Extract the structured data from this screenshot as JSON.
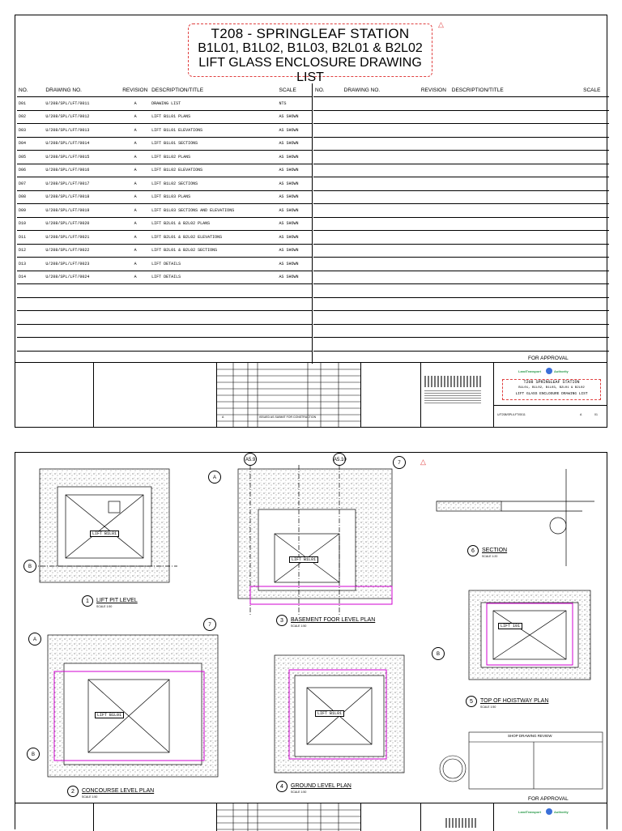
{
  "sheet1": {
    "title_line1": "T208 - SPRINGLEAF STATION",
    "title_line2": "B1L01, B1L02, B1L03, B2L01 & B2L02",
    "title_line3": "LIFT GLASS ENCLOSURE DRAWING LIST",
    "columns": {
      "no": "NO.",
      "drawing_no": "DRAWING NO.",
      "revision": "REVISION",
      "description": "DESCRIPTION/TITLE",
      "scale": "SCALE"
    },
    "rows": [
      {
        "no": "D01",
        "drawing_no": "U/208/SPL/LFT/0011",
        "revision": "A",
        "description": "DRAWING LIST",
        "scale": "NTS"
      },
      {
        "no": "D02",
        "drawing_no": "U/208/SPL/LFT/0012",
        "revision": "A",
        "description": "LIFT B1L01 PLANS",
        "scale": "AS SHOWN"
      },
      {
        "no": "D03",
        "drawing_no": "U/208/SPL/LFT/0013",
        "revision": "A",
        "description": "LIFT B1L01 ELEVATIONS",
        "scale": "AS SHOWN"
      },
      {
        "no": "D04",
        "drawing_no": "U/208/SPL/LFT/0014",
        "revision": "A",
        "description": "LIFT B1L01 SECTIONS",
        "scale": "AS SHOWN"
      },
      {
        "no": "D05",
        "drawing_no": "U/208/SPL/LFT/0015",
        "revision": "A",
        "description": "LIFT B1L02 PLANS",
        "scale": "AS SHOWN"
      },
      {
        "no": "D06",
        "drawing_no": "U/208/SPL/LFT/0016",
        "revision": "A",
        "description": "LIFT B1L02 ELEVATIONS",
        "scale": "AS SHOWN"
      },
      {
        "no": "D07",
        "drawing_no": "U/208/SPL/LFT/0017",
        "revision": "A",
        "description": "LIFT B1L02 SECTIONS",
        "scale": "AS SHOWN"
      },
      {
        "no": "D08",
        "drawing_no": "U/208/SPL/LFT/0018",
        "revision": "A",
        "description": "LIFT B1L03 PLANS",
        "scale": "AS SHOWN"
      },
      {
        "no": "D09",
        "drawing_no": "U/208/SPL/LFT/0019",
        "revision": "A",
        "description": "LIFT B1L03 SECTIONS AND ELEVATIONS",
        "scale": "AS SHOWN"
      },
      {
        "no": "D10",
        "drawing_no": "U/208/SPL/LFT/0020",
        "revision": "A",
        "description": "LIFT B2L01 & B2L02 PLANS",
        "scale": "AS SHOWN"
      },
      {
        "no": "D11",
        "drawing_no": "U/208/SPL/LFT/0021",
        "revision": "A",
        "description": "LIFT B2L01 & B2L02 ELEVATIONS",
        "scale": "AS SHOWN"
      },
      {
        "no": "D12",
        "drawing_no": "U/208/SPL/LFT/0022",
        "revision": "A",
        "description": "LIFT B2L01 & B2L02 SECTIONS",
        "scale": "AS SHOWN"
      },
      {
        "no": "D13",
        "drawing_no": "U/208/SPL/LFT/0023",
        "revision": "A",
        "description": "LIFT DETAILS",
        "scale": "AS SHOWN"
      },
      {
        "no": "D14",
        "drawing_no": "U/208/SPL/LFT/0024",
        "revision": "A",
        "description": "LIFT DETAILS",
        "scale": "AS SHOWN"
      }
    ],
    "title_block": {
      "for_approval": "FOR APPROVAL",
      "mini_title_1": "T208 SPRINGLEAF STATION",
      "mini_title_2": "B1L01, B1L02, B1L03, B2L01 & B2L02",
      "mini_title_3": "LIFT GLASS ENCLOSURE DRAWING LIST",
      "sheet_no": "U/T208/SPL/LFT/0011",
      "rev": "A",
      "sheet": "01",
      "revision_desc": "ISSUED AS SUBMIT FOR CONSTRUCTION",
      "rev_letter": "A"
    }
  },
  "sheet2": {
    "plans": [
      {
        "num": "1",
        "title": "LIFT PIT LEVEL",
        "scale": "SCALE 1:50"
      },
      {
        "num": "3",
        "title": "BASEMENT FOOR LEVEL PLAN",
        "scale": "SCALE 1:50"
      },
      {
        "num": "6",
        "title": "SECTION",
        "scale": "SCALE 1:20"
      },
      {
        "num": "2",
        "title": "CONCOURSE LEVEL PLAN",
        "scale": "SCALE 1:50"
      },
      {
        "num": "4",
        "title": "GROUND LEVEL PLAN",
        "scale": "SCALE 1:50"
      },
      {
        "num": "5",
        "title": "TOP OF HOISTWAY PLAN",
        "scale": "SCALE 1:50"
      }
    ],
    "labels": {
      "lift_well": "LIFT B1L01",
      "lift_well_short": "LIFT 101",
      "shop_drawing": "SHOP DRAWING REVIEW",
      "for_approval": "FOR APPROVAL",
      "grid_a": "A",
      "grid_b": "B",
      "grid_7": "7",
      "grid_a5": "A5.9",
      "grid_a510": "A5.10"
    }
  },
  "colors": {
    "accent_red": "#e04040",
    "magenta": "#d000d0",
    "logo_green": "#2a9a4a",
    "logo_blue": "#3a6fd8"
  }
}
